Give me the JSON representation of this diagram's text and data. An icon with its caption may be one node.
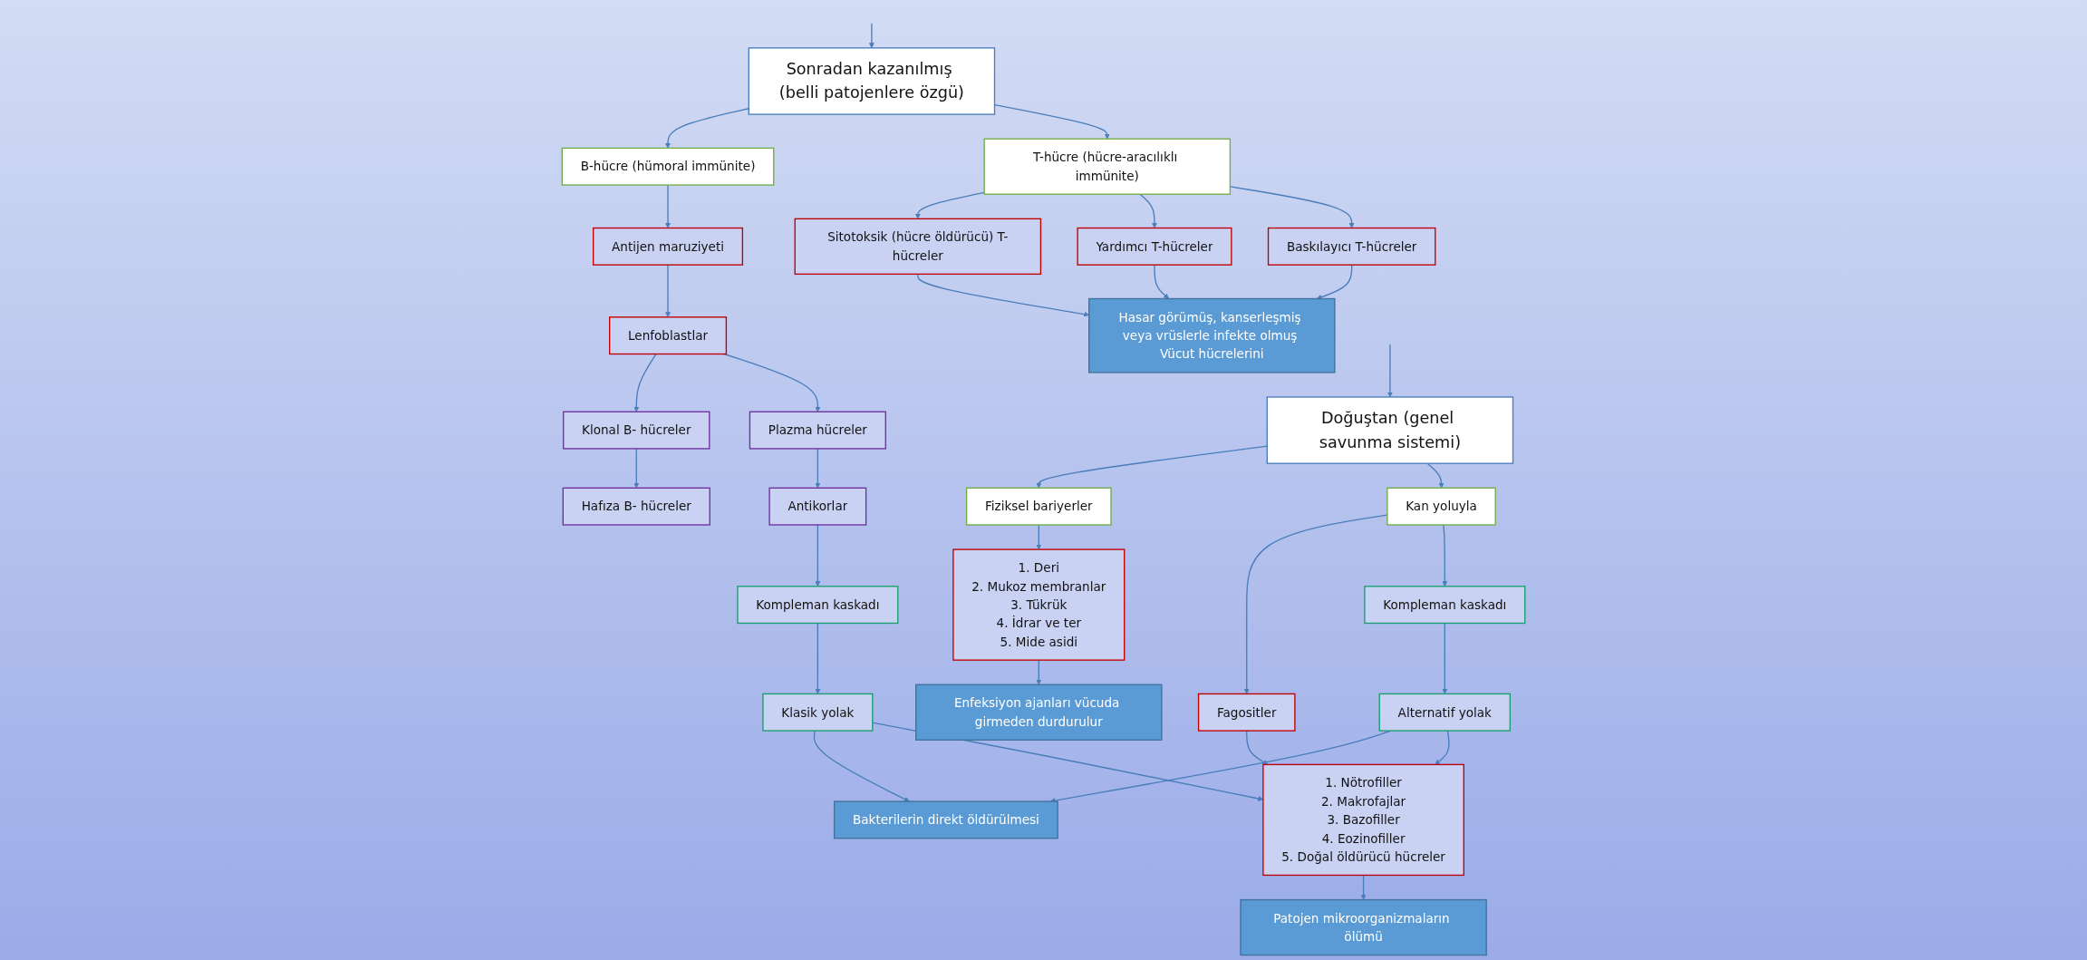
{
  "diagram": {
    "nodes": [
      {
        "text": [
          "Sonradan kazanılmış (belli patojenlere özgü)"
        ]
      },
      {
        "text": [
          "Doğuştan (genel savunma sistemi)"
        ]
      },
      {
        "text": [
          "T-hücre (hücre-aracılıklı immünite)"
        ]
      },
      {
        "text": [
          "B-hücre (hümoral immünite)"
        ]
      },
      {
        "text": [
          "Kan yoluyla"
        ]
      },
      {
        "text": [
          "Fiziksel bariyerler"
        ]
      },
      {
        "text": [
          "Baskılayıcı T-hücreler"
        ]
      },
      {
        "text": [
          "Yardımcı T-hücreler"
        ]
      },
      {
        "text": [
          "Sitotoksik (hücre öldürücü) T-hücreler"
        ]
      },
      {
        "text": [
          "Antijen maruziyeti"
        ]
      },
      {
        "text": [
          "Kompleman kaskadı"
        ]
      },
      {
        "text": [
          "Fagositler"
        ]
      },
      {
        "text": [
          "1. Deri",
          "2. Mukoz membranlar",
          "3. Tükrük",
          "4. İdrar ve ter",
          "5. Mide asidi"
        ]
      },
      {
        "text": [
          "Lenfoblastlar"
        ]
      },
      {
        "text": [
          "Alternatif yolak"
        ]
      },
      {
        "text": [
          "1. Nötrofiller",
          "2. Makrofajlar",
          "3. Bazofiller",
          "4. Eozinofiller",
          "5. Doğal öldürücü hücreler"
        ]
      },
      {
        "text": [
          "Hasar görümüş, kanserleşmiş veya vrüslerle infekte olmuş Vücut hücrelerini"
        ]
      },
      {
        "text": [
          "Plazma hücreler"
        ]
      },
      {
        "text": [
          "Klonal B- hücreler"
        ]
      },
      {
        "text": [
          "Antikorlar"
        ]
      },
      {
        "text": [
          "Hafıza B- hücreler"
        ]
      },
      {
        "text": [
          "Enfeksiyon ajanları vücuda girmeden durdurulur"
        ]
      },
      {
        "text": [
          "Kompleman kaskadı"
        ]
      },
      {
        "text": [
          "Patojen mikroorganizmaların ölümü"
        ]
      },
      {
        "text": [
          "Klasik yolak"
        ]
      },
      {
        "text": [
          "Bakterilerin direkt öldürülmesi"
        ]
      }
    ],
    "edges": [
      {
        "from": null,
        "to": 0,
        "arrow": "to"
      },
      {
        "from": null,
        "to": 1,
        "arrow": "to"
      },
      {
        "from": 0,
        "to": 2,
        "arrow": "to"
      },
      {
        "from": 0,
        "to": 3,
        "arrow": "to"
      },
      {
        "from": 1,
        "to": 4,
        "arrow": "to"
      },
      {
        "from": 1,
        "to": 5,
        "arrow": "to"
      },
      {
        "from": 2,
        "to": 6,
        "arrow": "to"
      },
      {
        "from": 2,
        "to": 7,
        "arrow": "to"
      },
      {
        "from": 2,
        "to": 8,
        "arrow": "to"
      },
      {
        "from": 6,
        "to": 16,
        "arrow": "to"
      },
      {
        "from": 7,
        "to": 16,
        "arrow": "to"
      },
      {
        "from": 8,
        "to": 16,
        "arrow": "to"
      },
      {
        "from": 3,
        "to": 9,
        "arrow": "to"
      },
      {
        "from": 9,
        "to": 13,
        "arrow": "to"
      },
      {
        "from": 13,
        "to": 17,
        "arrow": "to"
      },
      {
        "from": 13,
        "to": 18,
        "arrow": "to"
      },
      {
        "from": 17,
        "to": 19,
        "arrow": "to"
      },
      {
        "from": 18,
        "to": 20,
        "arrow": "to"
      },
      {
        "from": 19,
        "to": 22,
        "arrow": "to"
      },
      {
        "from": 22,
        "to": 24,
        "arrow": "to"
      },
      {
        "from": 4,
        "to": 10,
        "arrow": "to"
      },
      {
        "from": 4,
        "to": 11,
        "arrow": "to"
      },
      {
        "from": 10,
        "to": 14,
        "arrow": "to"
      },
      {
        "from": 11,
        "to": 15,
        "arrow": "to"
      },
      {
        "from": 15,
        "to": 23,
        "arrow": "to"
      },
      {
        "from": 5,
        "to": 12,
        "arrow": "to"
      },
      {
        "from": 12,
        "to": 21,
        "arrow": "to"
      },
      {
        "from": 14,
        "to": 15,
        "arrow": "to"
      },
      {
        "from": 14,
        "to": 25,
        "arrow": "to"
      },
      {
        "from": 24,
        "to": 15,
        "arrow": "to"
      },
      {
        "from": 24,
        "to": 25,
        "arrow": "to"
      }
    ]
  }
}
